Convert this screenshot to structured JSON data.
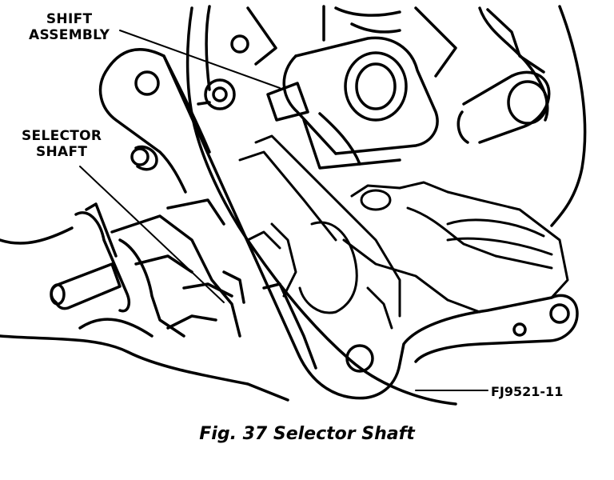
{
  "callouts": {
    "shift_line1": "SHIFT",
    "shift_line2": "ASSEMBLY",
    "selector_line1": "SELECTOR",
    "selector_line2": "SHAFT"
  },
  "reference_code": "FJ9521-11",
  "caption": "Fig. 37 Selector Shaft",
  "colors": {
    "ink": "#000000",
    "paper": "#ffffff"
  }
}
